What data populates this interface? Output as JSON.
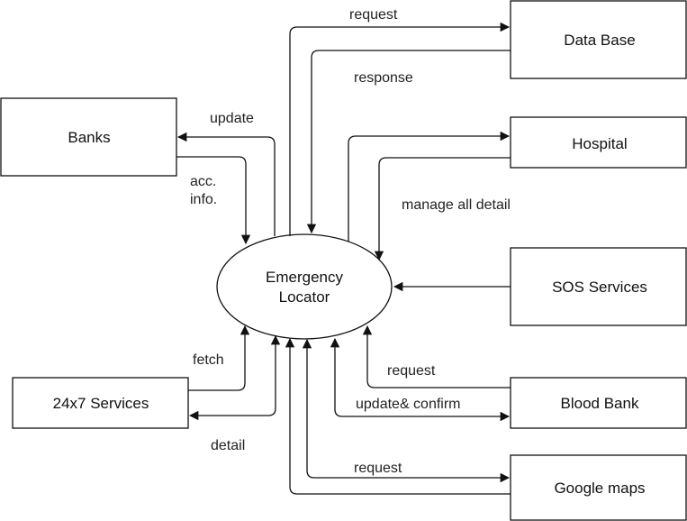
{
  "diagram": {
    "center": {
      "line1": "Emergency",
      "line2": "Locator"
    },
    "entities": {
      "banks": "Banks",
      "services_24x7": "24x7 Services",
      "database": "Data Base",
      "hospital": "Hospital",
      "sos": "SOS Services",
      "blood_bank": "Blood Bank",
      "google_maps": "Google maps"
    },
    "labels": {
      "db_request": "request",
      "db_response": "response",
      "banks_update": "update",
      "banks_acc_line1": "acc.",
      "banks_acc_line2": "info.",
      "hospital_manage": "manage all detail",
      "services_fetch": "fetch",
      "services_detail": "detail",
      "bloodbank_request": "request",
      "bloodbank_update": "update& confirm",
      "maps_request": "request"
    }
  }
}
